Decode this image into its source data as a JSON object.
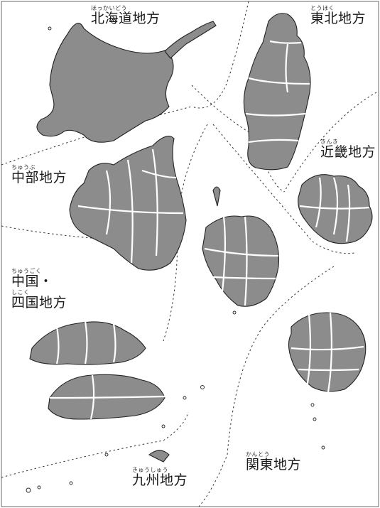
{
  "regions": {
    "hokkaido": {
      "name": "北海道地方",
      "reading": "ほっかいどう",
      "selected": false
    },
    "tohoku": {
      "name": "東北地方",
      "reading": "とうほく",
      "selected": false
    },
    "kinki": {
      "name": "近畿地方",
      "reading": "きんき",
      "selected": false
    },
    "chubu": {
      "name": "中部地方",
      "reading": "ちゅうぶ",
      "selected": false
    },
    "chugoku_shikoku": {
      "line1": "中国・",
      "reading1": "ちゅうごく",
      "line2": "四国地方",
      "reading2": "しこく",
      "selected": false
    },
    "kyushu": {
      "name": "九州地方",
      "reading": "きゅうしゅう",
      "selected": false
    },
    "kanto": {
      "name": "関東地方",
      "reading": "かんとう",
      "selected": false
    }
  },
  "colors": {
    "land_fill": "#8c8c8c",
    "outline": "#222222",
    "background": "#ffffff"
  }
}
